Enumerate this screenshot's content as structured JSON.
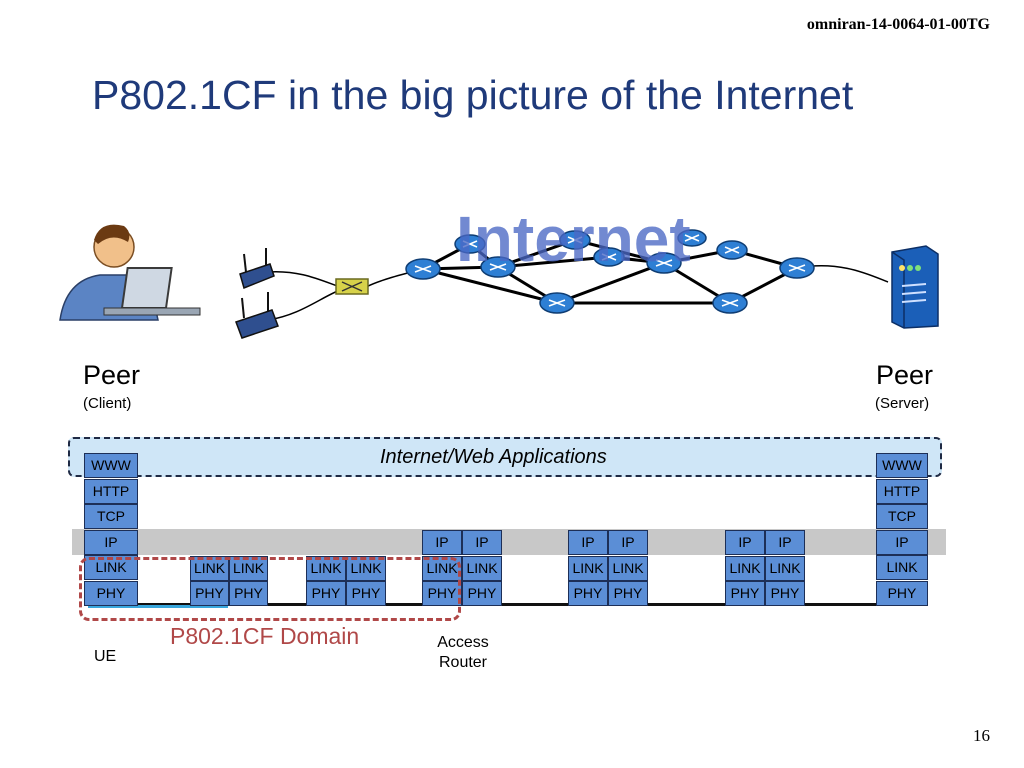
{
  "doc_id": "omniran-14-0064-01-00TG",
  "title": "P802.1CF in the big picture of the Internet",
  "internet_label": "Internet",
  "peers": {
    "client": {
      "label": "Peer",
      "sub": "(Client)"
    },
    "server": {
      "label": "Peer",
      "sub": "(Server)"
    }
  },
  "apps_label": "Internet/Web Applications",
  "layers": {
    "www": "WWW",
    "http": "HTTP",
    "tcp": "TCP",
    "ip": "IP",
    "link": "LINK",
    "phy": "PHY"
  },
  "domain_label": "P802.1CF Domain",
  "ue_label": "UE",
  "access_router_label": "Access Router",
  "page_number": "16",
  "colors": {
    "title": "#1f3a7a",
    "layer_box": "#5b8ed6",
    "apps_band": "#cfe6f7",
    "ip_band": "#c8c8c8",
    "domain": "#b04848",
    "router": "#2e7fd4"
  }
}
